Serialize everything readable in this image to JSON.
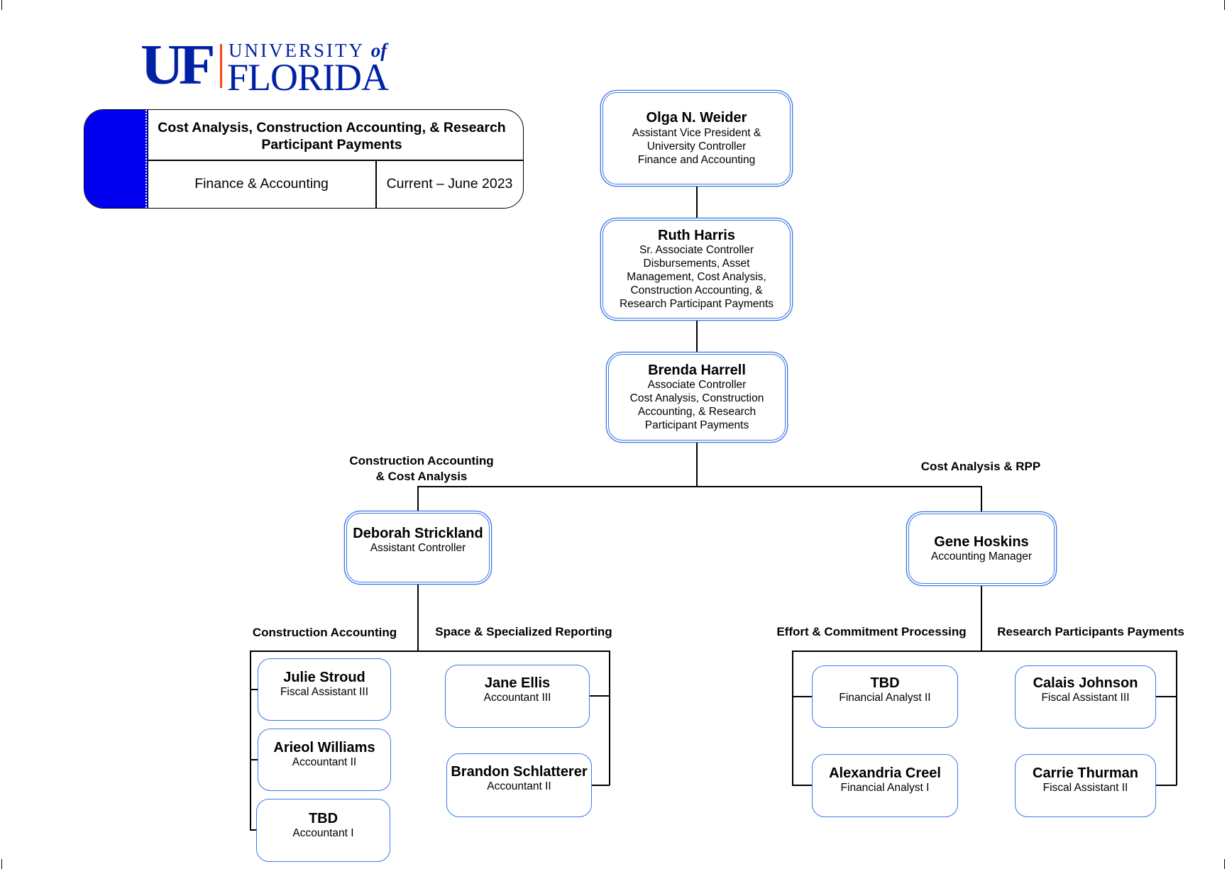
{
  "logo": {
    "mark": "UF",
    "line1": "UNIVERSITY",
    "of": "of",
    "line2": "FLORIDA"
  },
  "header": {
    "title": "Cost Analysis, Construction Accounting, & Research Participant Payments",
    "department": "Finance & Accounting",
    "date": "Current – June 2023",
    "accent_color": "#0000ee"
  },
  "colors": {
    "node_border": "#3a78e8",
    "uf_blue": "#0021a5",
    "uf_orange": "#fa4616"
  },
  "nodes": {
    "weider": {
      "name": "Olga N. Weider",
      "title": [
        "Assistant Vice President &",
        "University Controller",
        "Finance and Accounting"
      ]
    },
    "harris": {
      "name": "Ruth Harris",
      "title": [
        "Sr. Associate Controller",
        "Disbursements, Asset",
        "Management, Cost Analysis,",
        "Construction Accounting, &",
        "Research Participant Payments"
      ]
    },
    "harrell": {
      "name": "Brenda Harrell",
      "title": [
        "Associate Controller",
        "Cost Analysis, Construction",
        "Accounting, & Research",
        "Participant Payments"
      ]
    },
    "strickland": {
      "name": "Deborah Strickland",
      "title": [
        "Assistant Controller"
      ]
    },
    "hoskins": {
      "name": "Gene Hoskins",
      "title": [
        "Accounting Manager"
      ]
    },
    "stroud": {
      "name": "Julie Stroud",
      "title": [
        "Fiscal Assistant III"
      ]
    },
    "williams": {
      "name": "Arieol Williams",
      "title": [
        "Accountant II"
      ]
    },
    "tbd_acct1": {
      "name": "TBD",
      "title": [
        "Accountant I"
      ]
    },
    "ellis": {
      "name": "Jane Ellis",
      "title": [
        "Accountant III"
      ]
    },
    "schlatterer": {
      "name": "Brandon Schlatterer",
      "title": [
        "Accountant II"
      ]
    },
    "tbd_fa2": {
      "name": "TBD",
      "title": [
        "Financial Analyst II"
      ]
    },
    "creel": {
      "name": "Alexandria Creel",
      "title": [
        "Financial Analyst I"
      ]
    },
    "johnson": {
      "name": "Calais Johnson",
      "title": [
        "Fiscal Assistant III"
      ]
    },
    "thurman": {
      "name": "Carrie Thurman",
      "title": [
        "Fiscal Assistant II"
      ]
    }
  },
  "group_labels": {
    "construction_cost": [
      "Construction Accounting",
      "& Cost Analysis"
    ],
    "cost_rpp": "Cost Analysis & RPP",
    "construction": "Construction Accounting",
    "space": "Space & Specialized Reporting",
    "effort": "Effort & Commitment Processing",
    "research": "Research Participants Payments"
  }
}
